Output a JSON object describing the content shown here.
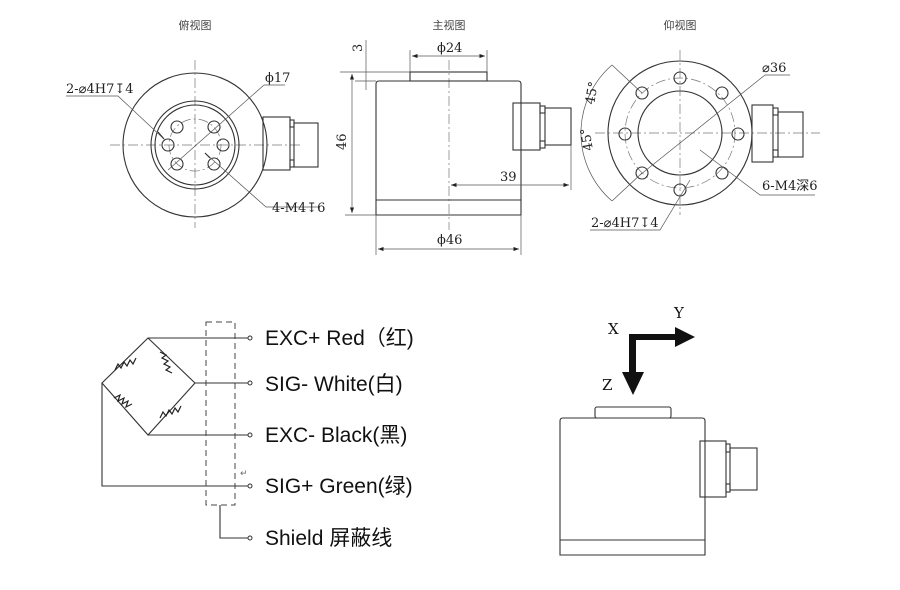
{
  "views": {
    "top_view_title": "俯视图",
    "front_view_title": "主视图",
    "bottom_view_title": "仰视图"
  },
  "top_view": {
    "pin_hole_label": "2-⌀4H7↧4",
    "diameter_label": "ϕ17",
    "thread_label": "4-M4↧6"
  },
  "front_view": {
    "height_label": "46",
    "boss_height_label": "3",
    "boss_diameter_label": "ϕ24",
    "body_diameter_label": "ϕ46",
    "connector_length_label": "39"
  },
  "bottom_view": {
    "diameter_label": "⌀36",
    "angle_label_upper": "45°",
    "angle_label_lower": "45°",
    "thread_label": "6-M4深6",
    "pin_hole_label": "2-⌀4H7↧4"
  },
  "wiring": {
    "wires": [
      {
        "label": "EXC+ Red（红)"
      },
      {
        "label": "SIG- White(白)"
      },
      {
        "label": "EXC- Black(黑)"
      },
      {
        "label": "SIG+ Green(绿)"
      },
      {
        "label": "Shield   屏蔽线"
      }
    ],
    "return_mark": "↵"
  },
  "axes": {
    "x": "X",
    "y": "Y",
    "z": "Z"
  }
}
